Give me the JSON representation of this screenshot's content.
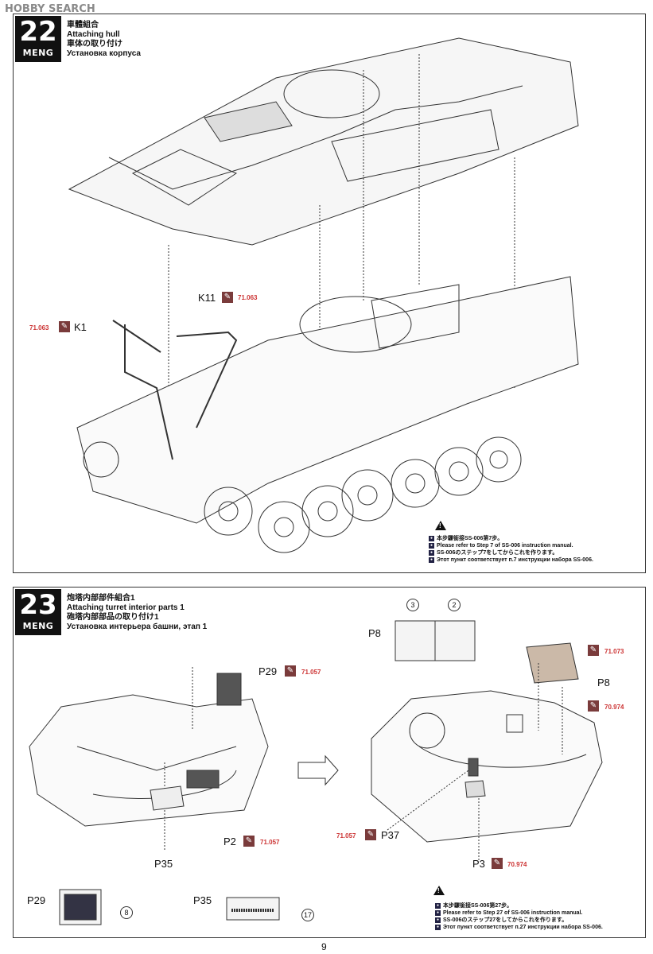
{
  "watermark": {
    "text": "HOBBY SEARCH"
  },
  "page_number": "9",
  "brand": "MENG",
  "step22": {
    "number": "22",
    "title_zh_tw": "車體組合",
    "title_en": "Attaching hull",
    "title_ja": "車体の取り付け",
    "title_ru": "Установка корпуса",
    "parts": [
      {
        "id": "K11",
        "paint": "71.063"
      },
      {
        "id": "K1",
        "paint": "71.063"
      }
    ],
    "notes": [
      "本步驟銜接SS-006第7步。",
      "Please refer to Step 7 of SS-006 instruction manual.",
      "SS-006のステップ7をしてからこれを作ります。",
      "Этот пункт соответствует п.7 инструкции набора SS-006."
    ]
  },
  "step23": {
    "number": "23",
    "title_zh_tw": "炮塔内部部件組合1",
    "title_en": "Attaching turret interior parts 1",
    "title_ja": "砲塔内部部品の取り付け1",
    "title_ru": "Установка интерьера башни, этап 1",
    "parts": [
      {
        "id": "P29",
        "paint": "71.057"
      },
      {
        "id": "P2",
        "paint": "71.057"
      },
      {
        "id": "P35"
      },
      {
        "id": "P8",
        "paint_top": "71.073",
        "paint_bottom": "70.974"
      },
      {
        "id": "P37",
        "paint": "71.057"
      },
      {
        "id": "P3",
        "paint": "70.974"
      }
    ],
    "decals": [
      {
        "part": "P8",
        "circles": [
          "3",
          "2"
        ]
      },
      {
        "part": "P29",
        "circle": "8"
      },
      {
        "part": "P35",
        "circle": "17"
      }
    ],
    "notes": [
      "本步驟銜接SS-006第27步。",
      "Please refer to Step 27 of SS-006 instruction manual.",
      "SS-006のステップ27をしてからこれを作ります。",
      "Этот пункт соответствует п.27 инструкции набора SS-006."
    ]
  }
}
